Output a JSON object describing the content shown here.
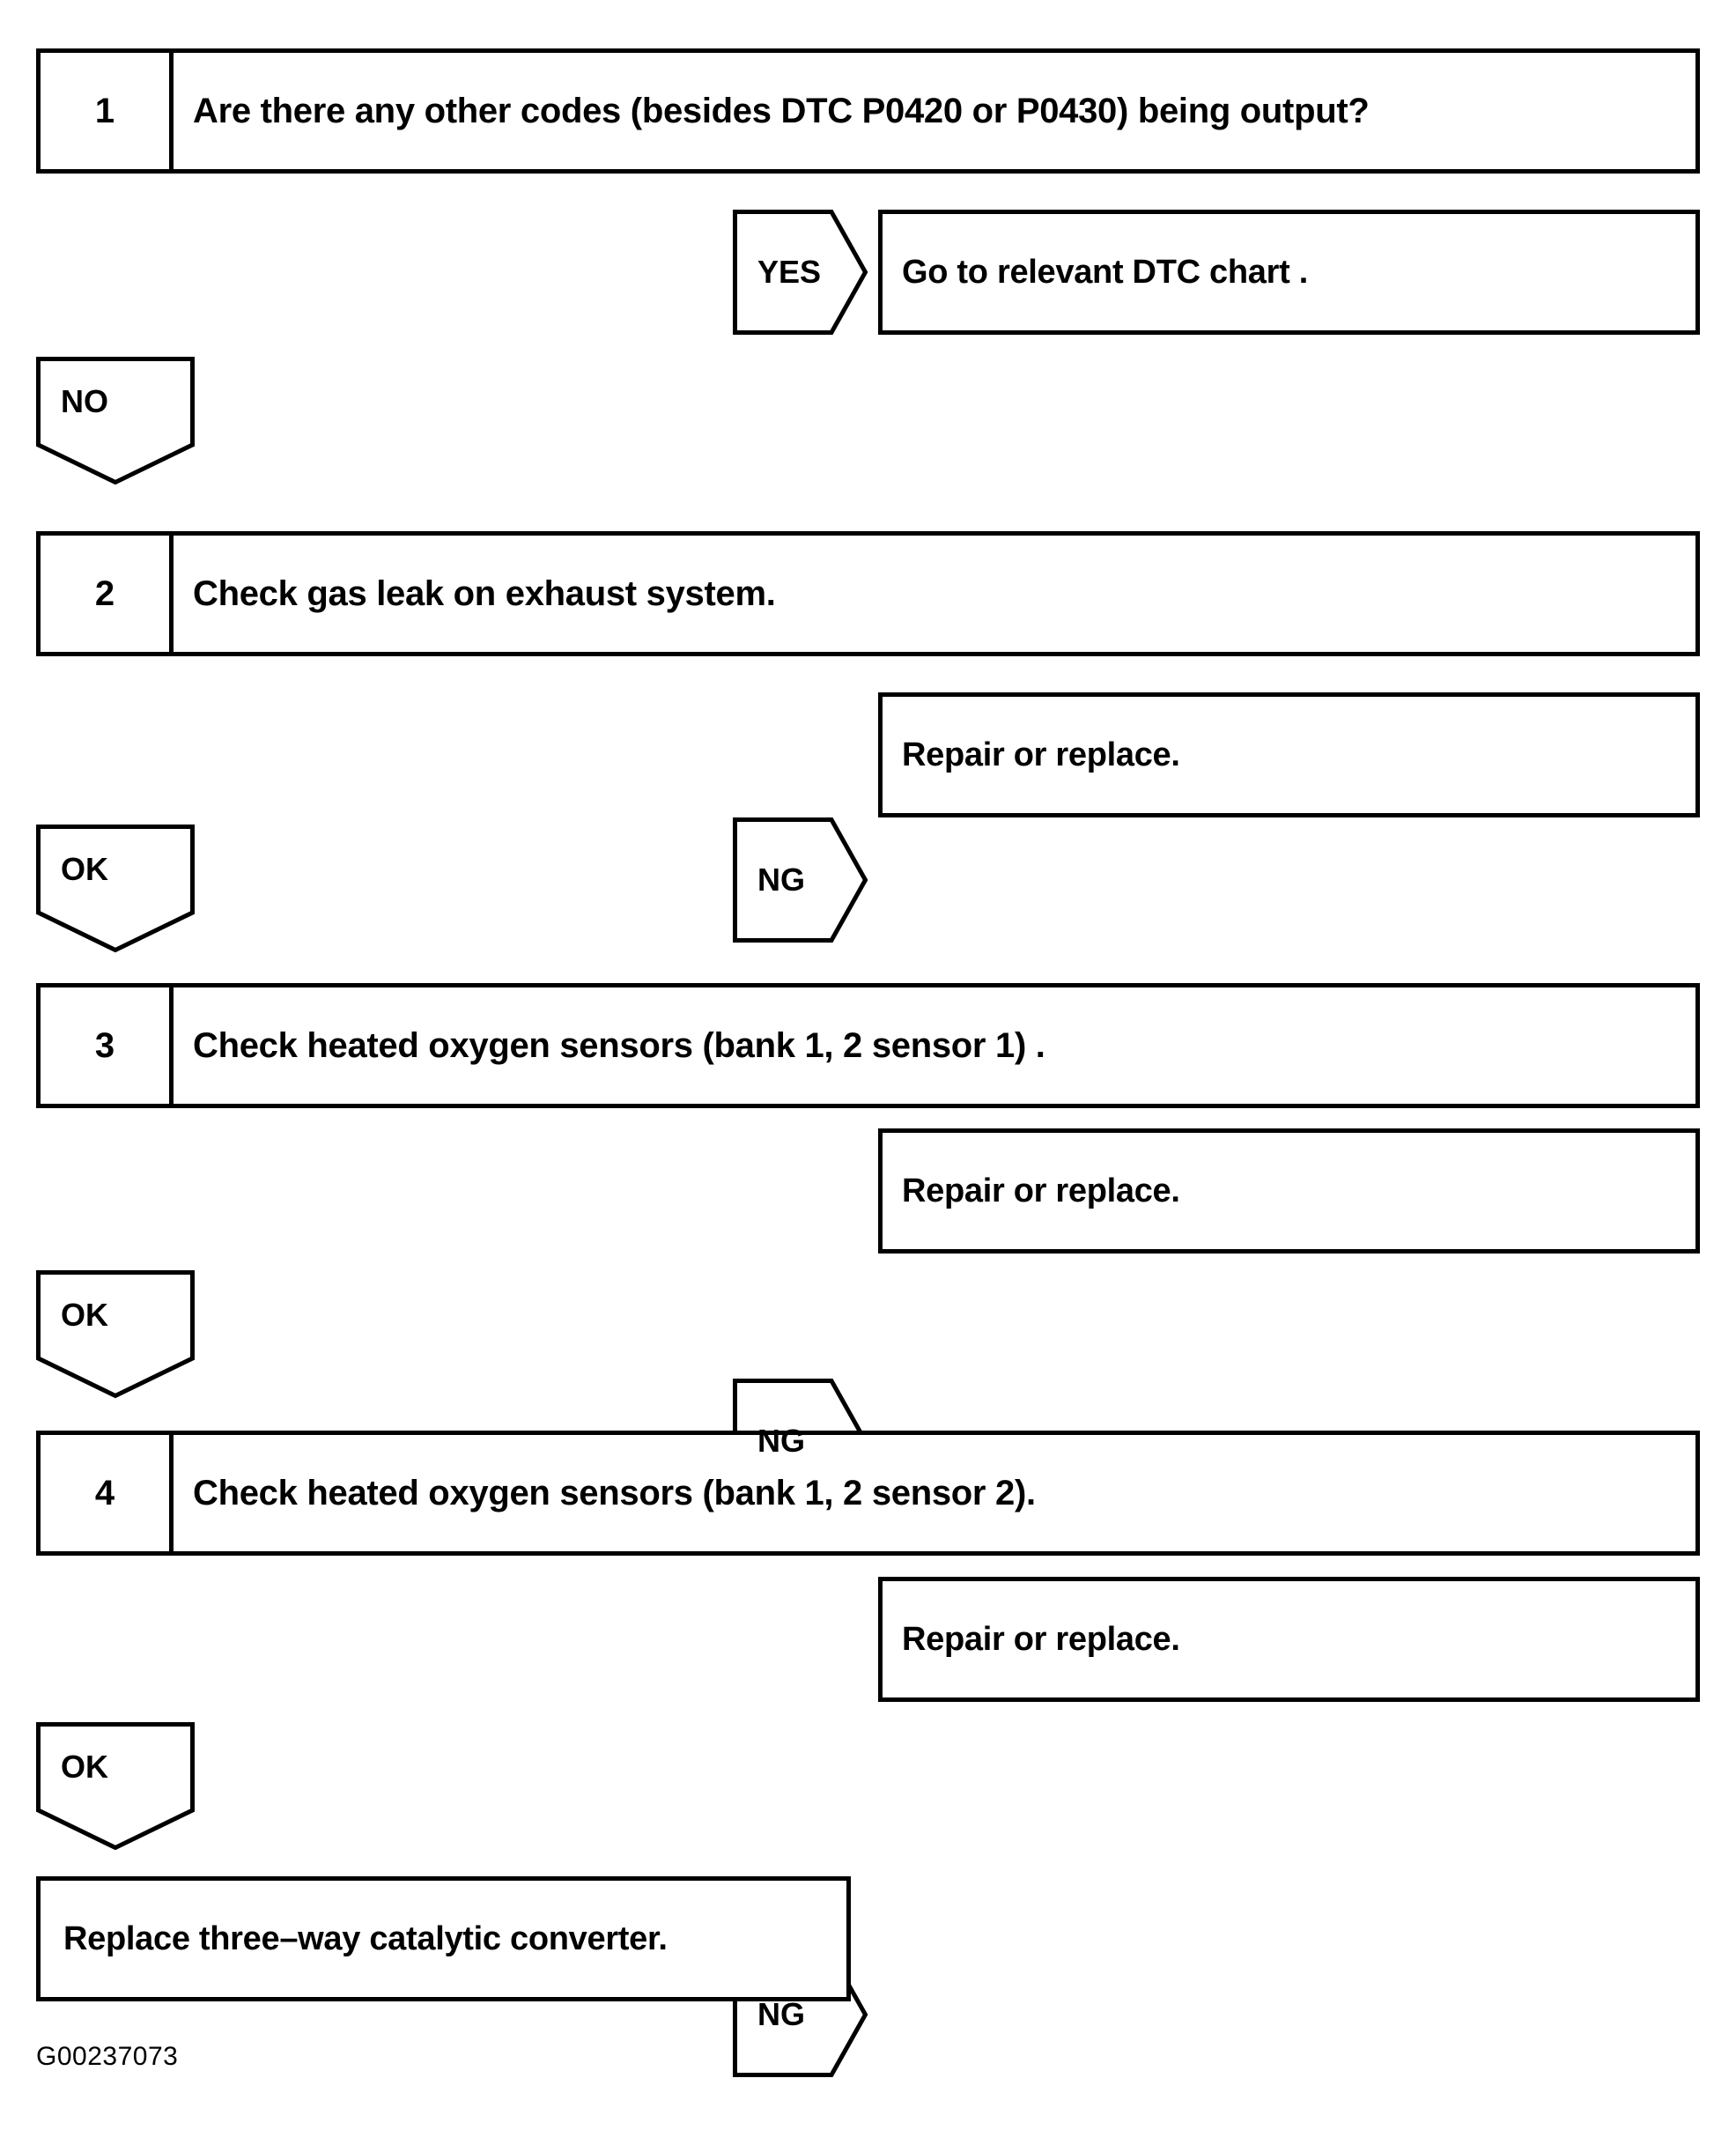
{
  "diagram": {
    "title": "DTC P0420 / P0430 diagnostic flow chart",
    "figure_id": "G00237073",
    "line_color": "#000000",
    "background_color": "#ffffff"
  },
  "steps": [
    {
      "number": "1",
      "text": "Are there any other codes (besides DTC P0420 or P0430) being output?",
      "branch": {
        "label": "YES",
        "result": "Go to relevant DTC chart ."
      },
      "continue": {
        "label": "NO"
      }
    },
    {
      "number": "2",
      "text": "Check gas leak on exhaust system.",
      "branch": {
        "label": "NG",
        "result": "Repair or replace."
      },
      "continue": {
        "label": "OK"
      }
    },
    {
      "number": "3",
      "text": "Check heated oxygen sensors (bank 1, 2 sensor 1) .",
      "branch": {
        "label": "NG",
        "result": "Repair or replace."
      },
      "continue": {
        "label": "OK"
      }
    },
    {
      "number": "4",
      "text": "Check heated oxygen sensors (bank 1, 2 sensor 2).",
      "branch": {
        "label": "NG",
        "result": "Repair or replace."
      },
      "continue": {
        "label": "OK"
      }
    }
  ],
  "final": {
    "text": "Replace three–way catalytic converter."
  }
}
